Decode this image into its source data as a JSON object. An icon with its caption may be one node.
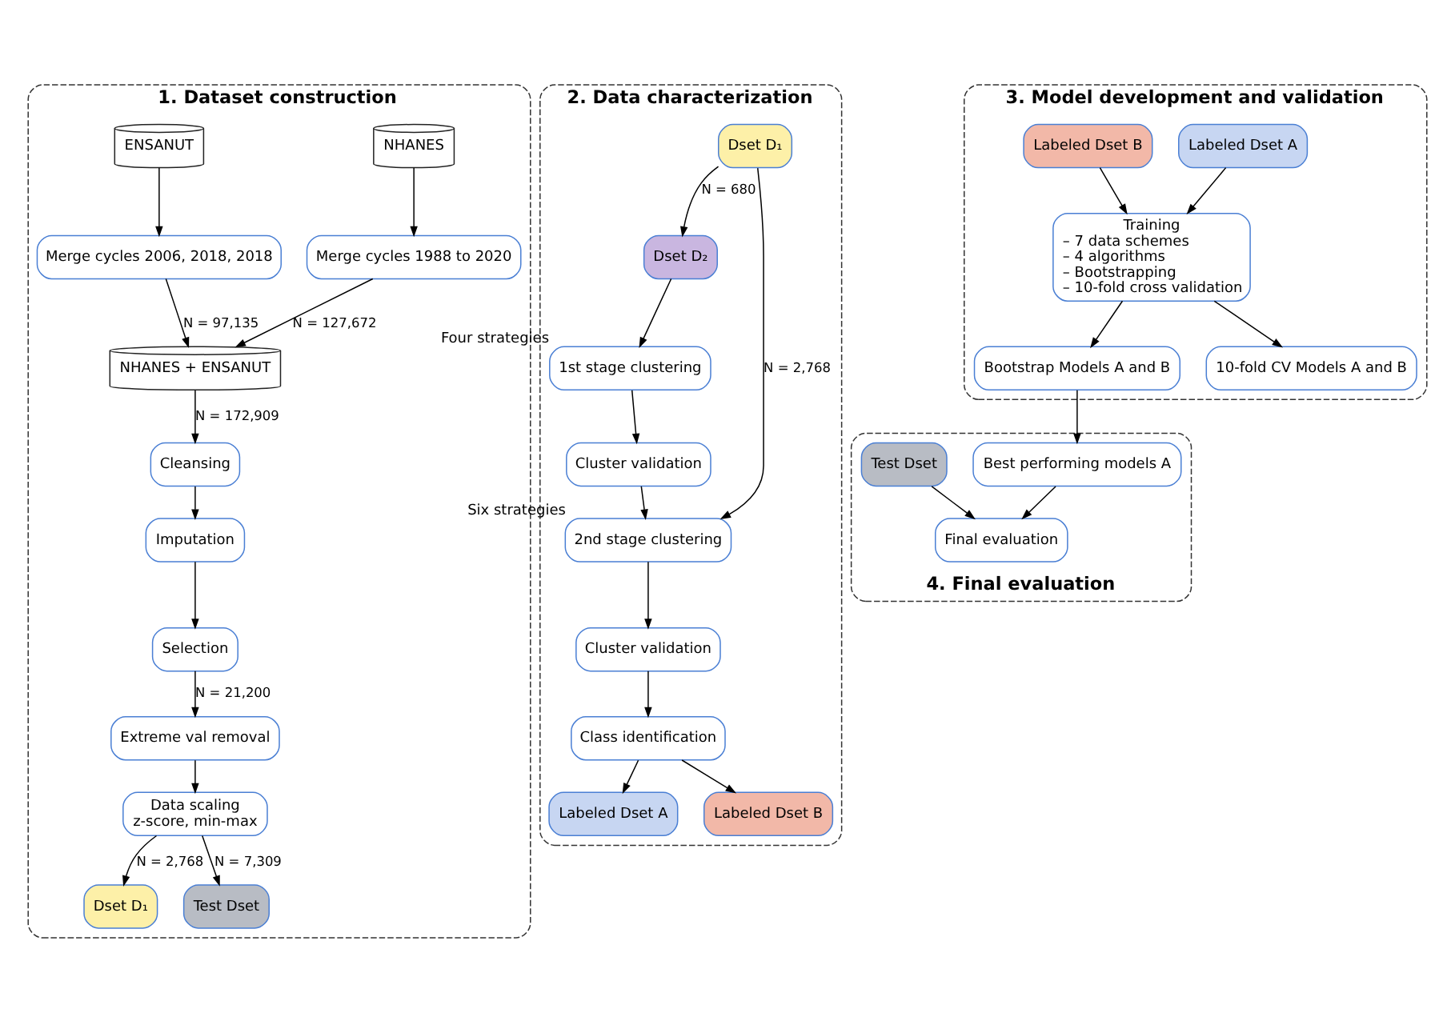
{
  "diagram": {
    "nodes": [
      {
        "text": [
          "1. Dataset construction"
        ]
      },
      {
        "text": [
          "NHANES"
        ],
        "in": 0
      },
      {
        "text": [
          "ENSANUT"
        ],
        "in": 0
      },
      {
        "text": [
          "Merge cycles 1988 to 2020"
        ],
        "in": 0
      },
      {
        "text": [
          "Merge cycles 2006, 2018, 2018"
        ],
        "in": 0
      },
      {
        "text": [
          "NHANES + ENSANUT"
        ],
        "in": 0
      },
      {
        "text": [
          "Cleansing"
        ],
        "in": 0
      },
      {
        "text": [
          "Imputation"
        ],
        "in": 0
      },
      {
        "text": [
          "Selection"
        ],
        "in": 0
      },
      {
        "text": [
          "Extreme val removal"
        ],
        "in": 0
      },
      {
        "text": [
          "Data scaling",
          "z-score, min-max"
        ],
        "in": 0
      },
      {
        "text": [
          "Dset D₁"
        ],
        "in": 0
      },
      {
        "text": [
          "Test Dset"
        ],
        "in": 0
      },
      {
        "text": [
          "2. Data characterization"
        ]
      },
      {
        "text": [
          "Dset D₁"
        ],
        "in": 13
      },
      {
        "text": [
          "Dset D₂"
        ],
        "in": 13
      },
      {
        "text": [
          "1st stage clustering"
        ],
        "beside": [
          "Four strategies"
        ],
        "in": 13
      },
      {
        "text": [
          "Cluster validation"
        ],
        "in": 13
      },
      {
        "text": [
          "2nd stage clustering"
        ],
        "beside": [
          "Six strategies"
        ],
        "in": 13
      },
      {
        "text": [
          "Cluster validation"
        ],
        "in": 13
      },
      {
        "text": [
          "Class identification"
        ],
        "in": 13
      },
      {
        "text": [
          "Labeled Dset A"
        ],
        "in": 13
      },
      {
        "text": [
          "Labeled Dset B"
        ],
        "in": 13
      },
      {
        "text": [
          "3. Model development and validation"
        ]
      },
      {
        "text": [
          "Labeled Dset A"
        ],
        "in": 23
      },
      {
        "text": [
          "Labeled Dset B"
        ],
        "in": 23
      },
      {
        "text": [
          "Training",
          "– 7 data schemes",
          "– 4 algorithms",
          "– Bootstrapping",
          "– 10-fold cross validation"
        ],
        "in": 23
      },
      {
        "text": [
          "Bootstrap Models A and B"
        ],
        "in": 23
      },
      {
        "text": [
          "10-fold CV Models A and B"
        ],
        "in": 23
      },
      {
        "text": [
          "4. Final evaluation"
        ]
      },
      {
        "text": [
          "Best performing models A"
        ],
        "in": 29
      },
      {
        "text": [
          "Test Dset"
        ],
        "in": 29
      },
      {
        "text": [
          "Final evaluation"
        ],
        "in": 29
      }
    ],
    "edges": [
      {
        "from": 1,
        "to": 3,
        "arrow": "to"
      },
      {
        "from": 2,
        "to": 4,
        "arrow": "to"
      },
      {
        "from": 3,
        "to": 5,
        "arrow": "to",
        "label": "N = 127,672"
      },
      {
        "from": 4,
        "to": 5,
        "arrow": "to",
        "label": "N = 97,135"
      },
      {
        "from": 5,
        "to": 6,
        "arrow": "to",
        "label": "N = 172,909"
      },
      {
        "from": 6,
        "to": 7,
        "arrow": "to"
      },
      {
        "from": 7,
        "to": 8,
        "arrow": "to"
      },
      {
        "from": 8,
        "to": 9,
        "arrow": "to",
        "label": "N = 21,200"
      },
      {
        "from": 9,
        "to": 10,
        "arrow": "to"
      },
      {
        "from": 10,
        "to": 11,
        "arrow": "to",
        "label": "N = 2,768"
      },
      {
        "from": 10,
        "to": 12,
        "arrow": "to",
        "label": "N = 7,309"
      },
      {
        "from": 14,
        "to": 15,
        "arrow": "to",
        "label": "N = 680"
      },
      {
        "from": 14,
        "to": 18,
        "arrow": "to",
        "label": "N = 2,768"
      },
      {
        "from": 15,
        "to": 16,
        "arrow": "to"
      },
      {
        "from": 16,
        "to": 17,
        "arrow": "to"
      },
      {
        "from": 17,
        "to": 18,
        "arrow": "to"
      },
      {
        "from": 18,
        "to": 19,
        "arrow": "to"
      },
      {
        "from": 19,
        "to": 20,
        "arrow": "to"
      },
      {
        "from": 20,
        "to": 21,
        "arrow": "to"
      },
      {
        "from": 20,
        "to": 22,
        "arrow": "to"
      },
      {
        "from": 24,
        "to": 26,
        "arrow": "to"
      },
      {
        "from": 25,
        "to": 26,
        "arrow": "to"
      },
      {
        "from": 26,
        "to": 27,
        "arrow": "to"
      },
      {
        "from": 26,
        "to": 28,
        "arrow": "to"
      },
      {
        "from": 27,
        "to": 30,
        "arrow": "to"
      },
      {
        "from": 30,
        "to": 32,
        "arrow": "to"
      },
      {
        "from": 31,
        "to": 32,
        "arrow": "to"
      }
    ]
  }
}
